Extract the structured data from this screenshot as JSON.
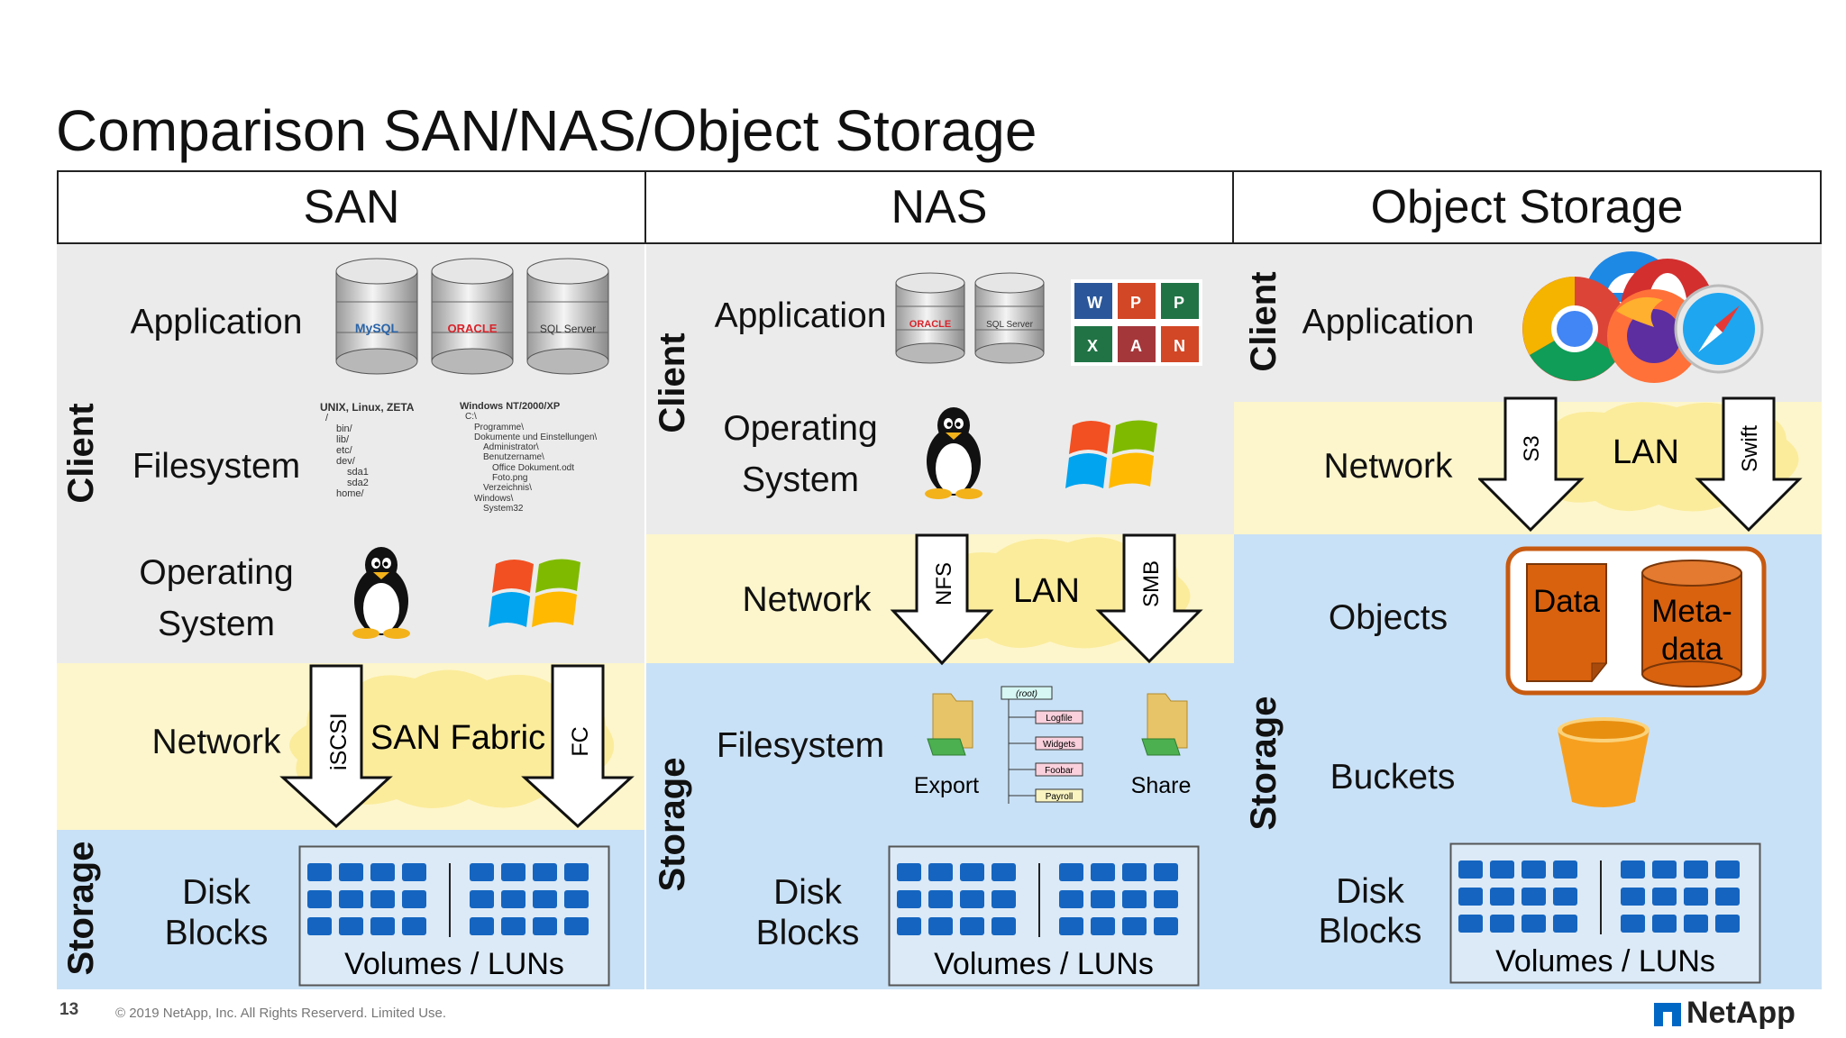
{
  "title": "Comparison SAN/NAS/Object Storage",
  "columns": {
    "san": {
      "header": "SAN",
      "layers": {
        "client": "Client",
        "storage": "Storage",
        "application": "Application",
        "filesystem": "Filesystem",
        "os_line1": "Operating",
        "os_line2": "System",
        "network": "Network",
        "disk_line1": "Disk",
        "disk_line2": "Blocks"
      },
      "db_labels": [
        "MySQL",
        "ORACLE",
        "SQL Server"
      ],
      "fabric": "SAN Fabric",
      "protocols": [
        "iSCSI",
        "FC"
      ],
      "volumes": "Volumes / LUNs",
      "fs_unix_title": "UNIX, Linux, ZETA",
      "fs_unix_lines": [
        "/",
        "bin/",
        "lib/",
        "etc/",
        "dev/",
        "sda1",
        "sda2",
        "home/"
      ],
      "fs_win_title": "Windows NT/2000/XP",
      "fs_win_lines": [
        "C:\\",
        "Programme\\",
        "Dokumente und Einstellungen\\",
        "Administrator\\",
        "Benutzername\\",
        "Office Dokument.odt",
        "Foto.png",
        "Verzeichnis\\",
        "Windows\\",
        "System32"
      ]
    },
    "nas": {
      "header": "NAS",
      "layers": {
        "client": "Client",
        "storage": "Storage",
        "application": "Application",
        "os_line1": "Operating",
        "os_line2": "System",
        "network": "Network",
        "filesystem": "Filesystem",
        "disk_line1": "Disk",
        "disk_line2": "Blocks"
      },
      "db_labels": [
        "ORACLE",
        "SQL Server"
      ],
      "office_letters": [
        "W",
        "P",
        "P",
        "X",
        "A",
        "N"
      ],
      "lan": "LAN",
      "protocols": [
        "NFS",
        "SMB"
      ],
      "export": "Export",
      "share": "Share",
      "tree_root": "(root)",
      "tree_nodes": [
        "Logfile",
        "Widgets",
        "Foobar",
        "Payroll"
      ],
      "volumes": "Volumes / LUNs"
    },
    "object": {
      "header": "Object Storage",
      "layers": {
        "client": "Client",
        "storage": "Storage",
        "application": "Application",
        "network": "Network",
        "objects": "Objects",
        "buckets": "Buckets",
        "disk_line1": "Disk",
        "disk_line2": "Blocks"
      },
      "lan": "LAN",
      "protocols": [
        "S3",
        "Swift"
      ],
      "data": "Data",
      "metadata_line1": "Meta-",
      "metadata_line2": "data",
      "volumes": "Volumes / LUNs"
    }
  },
  "footer": {
    "page_number": "13",
    "copyright": "© 2019 NetApp, Inc. All Rights Reserverd. Limited Use.",
    "logo": "NetApp"
  },
  "colors": {
    "client_band": "#ebebeb",
    "network_band": "#fdf6cc",
    "storage_band": "#c9e1f6",
    "block": "#1565c0",
    "object_orange": "#d9620f",
    "bucket_orange": "#f7a020",
    "netapp_blue": "#0067c5"
  }
}
